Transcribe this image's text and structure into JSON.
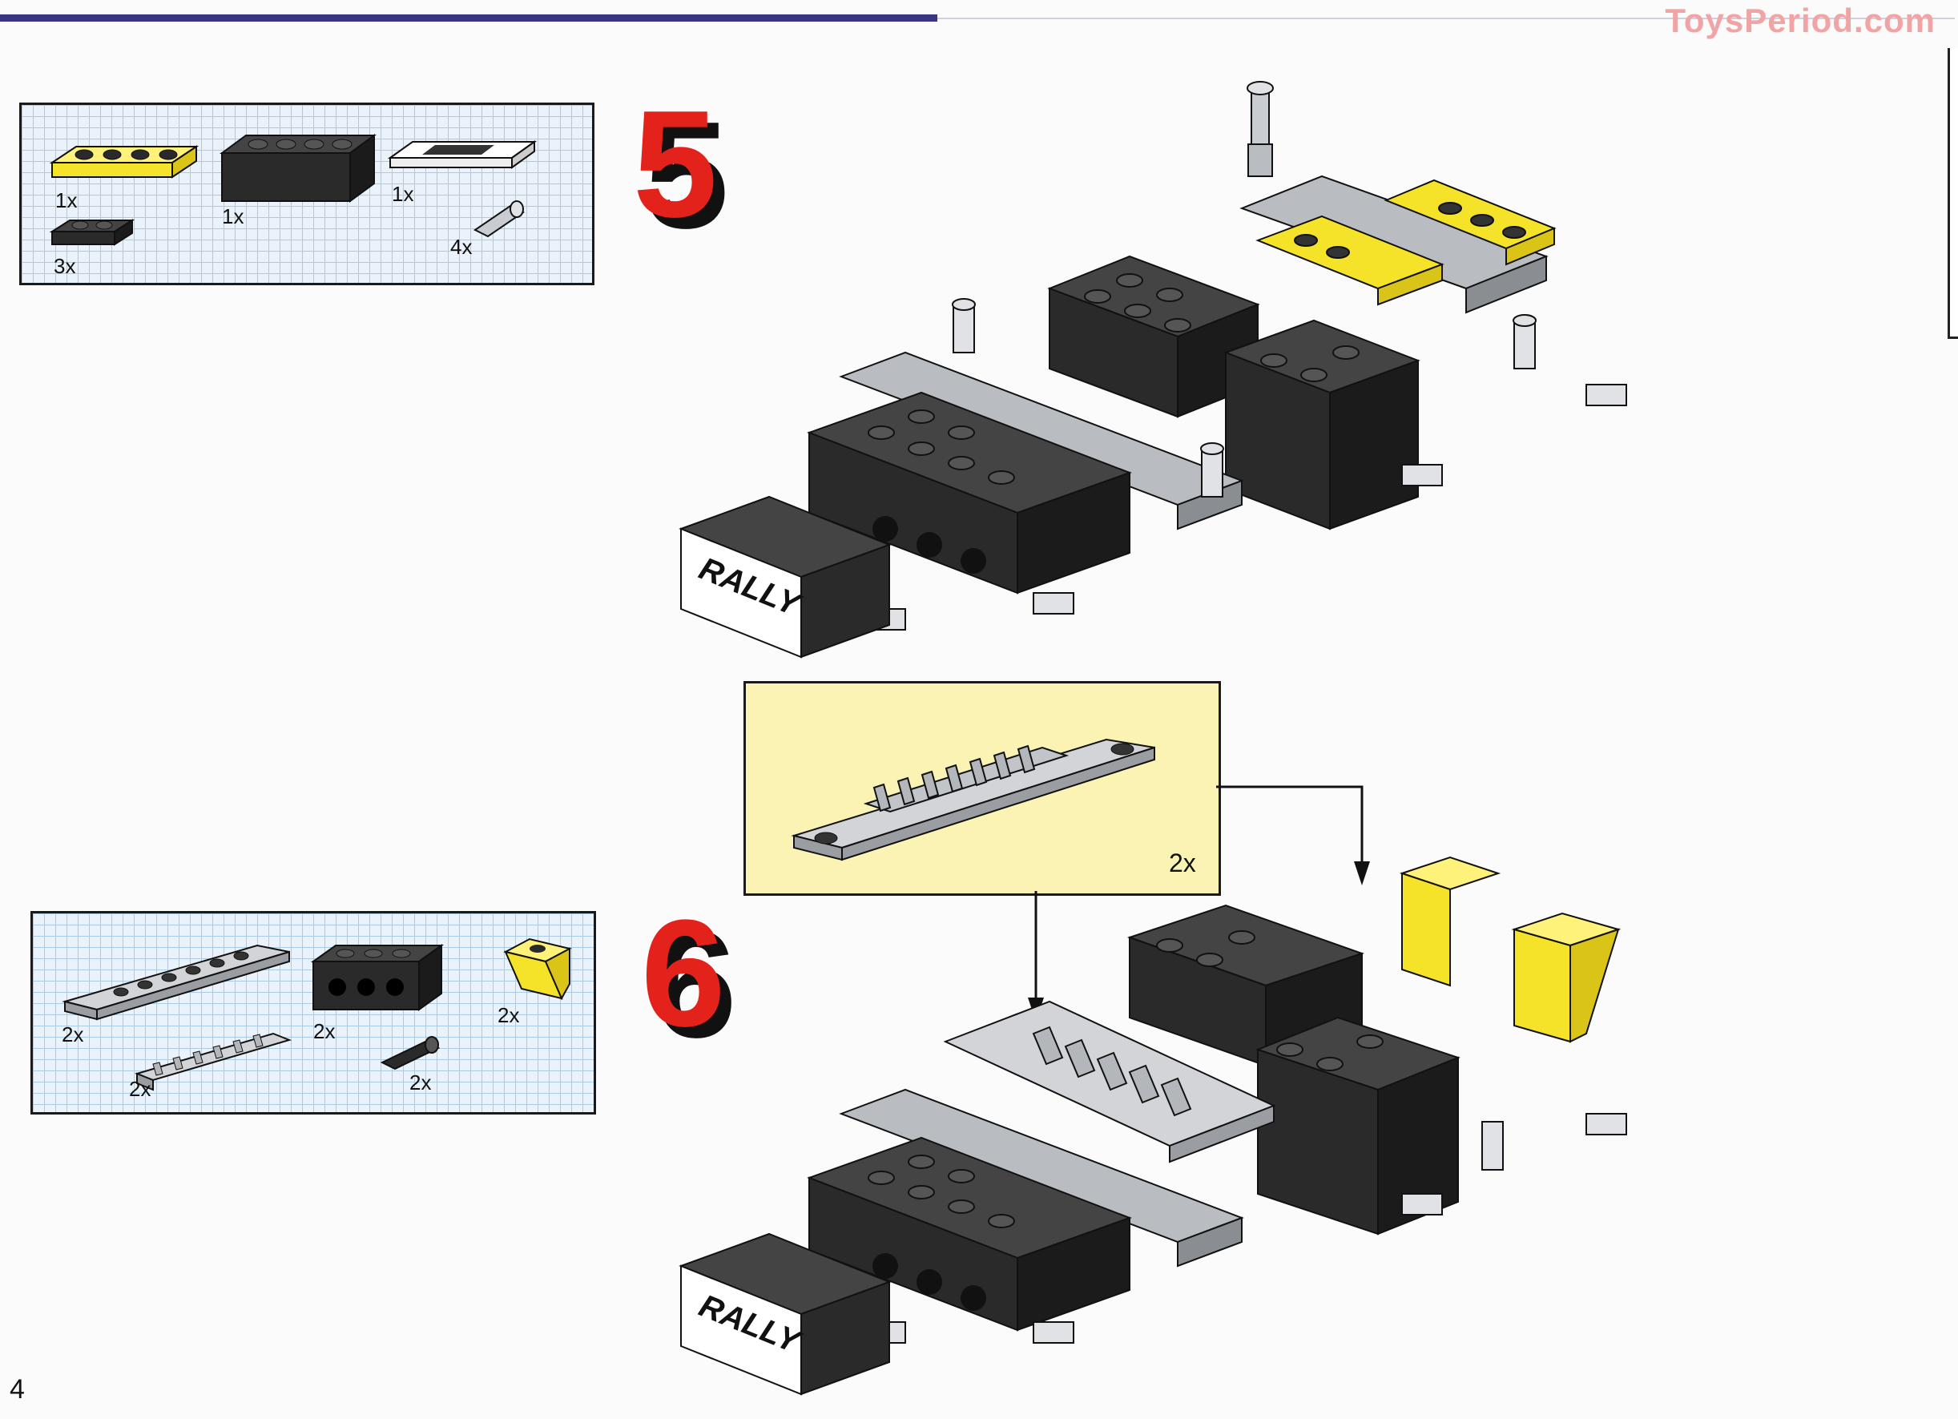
{
  "watermark": "ToysPeriod.com",
  "page_number": "4",
  "step5": {
    "number": "5",
    "parts": [
      {
        "qty": "1x",
        "part": "yellow-plate-1x4"
      },
      {
        "qty": "1x",
        "part": "black-brick-1x4"
      },
      {
        "qty": "1x",
        "part": "rally-tile-1x4"
      },
      {
        "qty": "3x",
        "part": "black-plate-1x2"
      },
      {
        "qty": "4x",
        "part": "grey-pin"
      }
    ],
    "rally_tile_text": "RALLY"
  },
  "step6": {
    "number": "6",
    "parts": [
      {
        "qty": "2x",
        "part": "grey-plate-1x8-rounded"
      },
      {
        "qty": "2x",
        "part": "grey-gear-rack"
      },
      {
        "qty": "2x",
        "part": "black-technic-brick-1x4"
      },
      {
        "qty": "2x",
        "part": "black-pin"
      },
      {
        "qty": "2x",
        "part": "yellow-slope-inverted"
      }
    ],
    "callout_qty": "2x"
  },
  "model_label": "RALLY",
  "colors": {
    "step_red": "#e3231b",
    "grid_blue": "#eaf3fb",
    "callout_yellow": "#fbf3b4",
    "brick_black": "#2a2a2a",
    "brick_grey": "#b9bcc0",
    "brick_yellow": "#f5e32a"
  }
}
